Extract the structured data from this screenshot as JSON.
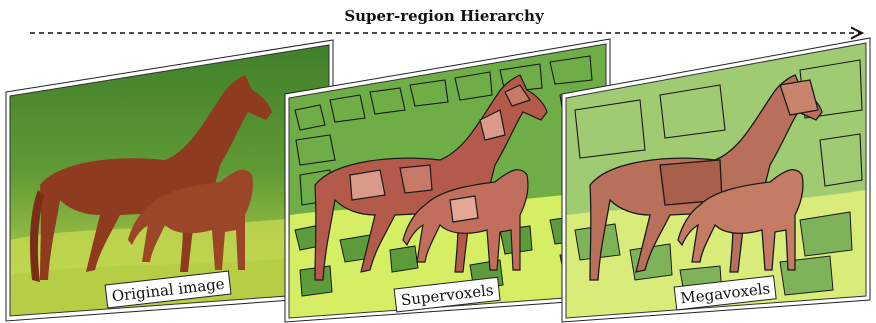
{
  "header": {
    "title": "Super-region Hierarchy"
  },
  "panels": [
    {
      "caption": "Original image"
    },
    {
      "caption": "Supervoxels"
    },
    {
      "caption": "Megavoxels"
    }
  ],
  "colors": {
    "grass_dark": "#4e8a2a",
    "grass_mid": "#6fa43a",
    "grass_light": "#b9d24a",
    "horse_brown": "#8b3a22",
    "seg_green": "#6fae47",
    "seg_light": "#d6ee63",
    "seg_horse": "#b35a4a",
    "seg_horse_light": "#d99a8a",
    "mega_green": "#9fcb73",
    "mega_horse": "#b8705a"
  }
}
